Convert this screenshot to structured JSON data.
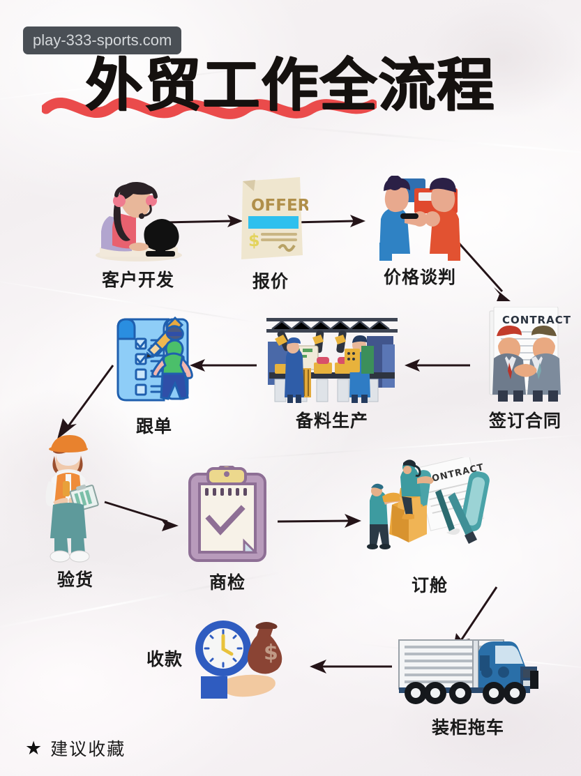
{
  "watermark": {
    "text": "play-333-sports.com",
    "bg_color": "#4a4f55",
    "text_color": "#d4d7da"
  },
  "title": {
    "text": "外贸工作全流程",
    "color": "#15110f",
    "underline_color": "#ea4b4b"
  },
  "footer": {
    "star_icon": "star-icon",
    "text": "建议收藏"
  },
  "flow": {
    "steps": [
      {
        "id": 1,
        "label": "客户开发",
        "icon": "customer-development-icon",
        "row": 1
      },
      {
        "id": 2,
        "label": "报价",
        "icon": "offer-document-icon",
        "row": 1
      },
      {
        "id": 3,
        "label": "价格谈判",
        "icon": "price-negotiation-icon",
        "row": 1
      },
      {
        "id": 4,
        "label": "签订合同",
        "icon": "contract-signing-icon",
        "row": 2
      },
      {
        "id": 5,
        "label": "备料生产",
        "icon": "factory-production-icon",
        "row": 2
      },
      {
        "id": 6,
        "label": "跟单",
        "icon": "order-followup-icon",
        "row": 2
      },
      {
        "id": 7,
        "label": "验货",
        "icon": "goods-inspection-icon",
        "row": 3
      },
      {
        "id": 8,
        "label": "商检",
        "icon": "commodity-inspection-icon",
        "row": 3
      },
      {
        "id": 9,
        "label": "订舱",
        "icon": "shipping-booking-icon",
        "row": 3
      },
      {
        "id": 10,
        "label": "装柜拖车",
        "icon": "container-truck-icon",
        "row": 4
      },
      {
        "id": 11,
        "label": "收款",
        "icon": "payment-collection-icon",
        "row": 4
      }
    ],
    "connections": [
      {
        "from": "客户开发",
        "to": "报价",
        "direction": "right"
      },
      {
        "from": "报价",
        "to": "价格谈判",
        "direction": "right"
      },
      {
        "from": "价格谈判",
        "to": "签订合同",
        "direction": "down-right"
      },
      {
        "from": "签订合同",
        "to": "备料生产",
        "direction": "left"
      },
      {
        "from": "备料生产",
        "to": "跟单",
        "direction": "left"
      },
      {
        "from": "跟单",
        "to": "验货",
        "direction": "down-left"
      },
      {
        "from": "验货",
        "to": "商检",
        "direction": "right"
      },
      {
        "from": "商检",
        "to": "订舱",
        "direction": "right"
      },
      {
        "from": "订舱",
        "to": "装柜拖车",
        "direction": "down-left"
      },
      {
        "from": "装柜拖车",
        "to": "收款",
        "direction": "left"
      }
    ],
    "offer_doc": {
      "heading": "OFFER",
      "currency_symbol": "$"
    },
    "contract_doc": {
      "heading": "CONTRACT"
    },
    "booking_doc": {
      "heading": "CONTRACT"
    },
    "money_bag": {
      "symbol": "$"
    }
  },
  "palette": {
    "arrow": "#241418",
    "red": "#ea4b4b",
    "blue": "#2a6fb5",
    "orange": "#e8622f",
    "teal": "#3d9ba0",
    "purple": "#9b7fa6",
    "truck_blue": "#1f5f9e",
    "box_orange": "#e9a13b"
  }
}
